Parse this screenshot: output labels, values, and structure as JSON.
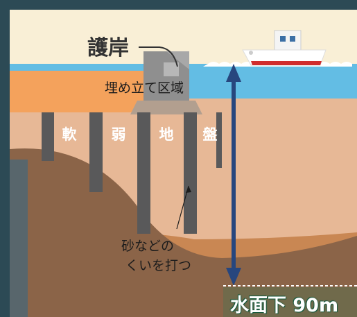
{
  "diagram": {
    "title": "護岸",
    "reclaimed_area_label": "埋め立て区域",
    "soft_ground_chars": [
      "軟",
      "弱",
      "地",
      "盤"
    ],
    "sand_piles_label_line1": "砂などの",
    "sand_piles_label_line2": "くいを打つ",
    "depth_label": "水面下 90m"
  },
  "colors": {
    "sky": "#f9efd6",
    "water": "#63bde4",
    "reclaimed_fill": "#f4a25c",
    "soft_ground": "#e7b896",
    "deep_clay": "#8b6448",
    "sand_layer": "#c98753",
    "piles": "#59595a",
    "seawall": "#8f8f8f",
    "arrow": "#27467e",
    "depth_label_bg": "#1f7a52"
  }
}
